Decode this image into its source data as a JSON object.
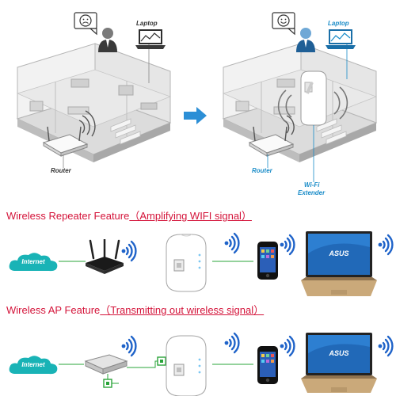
{
  "colors": {
    "feature_red": "#d4143a",
    "extender_blue": "#1a8cc8",
    "signal_blue": "#1f63c9",
    "cloud_teal": "#19b3b6",
    "link_green": "#2aa43a",
    "arrow_blue": "#2c8fd6"
  },
  "top": {
    "left_scene": {
      "laptop_label": "Laptop",
      "router_label": "Router",
      "mood_icon": "sad-face-icon"
    },
    "right_scene": {
      "laptop_label": "Laptop",
      "router_label": "Router",
      "extender_label_line1": "Wi-Fi",
      "extender_label_line2": "Extender",
      "mood_icon": "happy-face-icon"
    },
    "transition_icon": "right-arrow-icon"
  },
  "repeater": {
    "title": "Wireless Repeater Feature",
    "subtitle": "（Amplifying WIFI signal）",
    "internet_label": "Internet",
    "laptop_brand": "ASUS"
  },
  "ap": {
    "title": "Wireless AP Feature",
    "subtitle": "（Transmitting out wireless signal）",
    "internet_label": "Internet",
    "laptop_brand": "ASUS"
  }
}
